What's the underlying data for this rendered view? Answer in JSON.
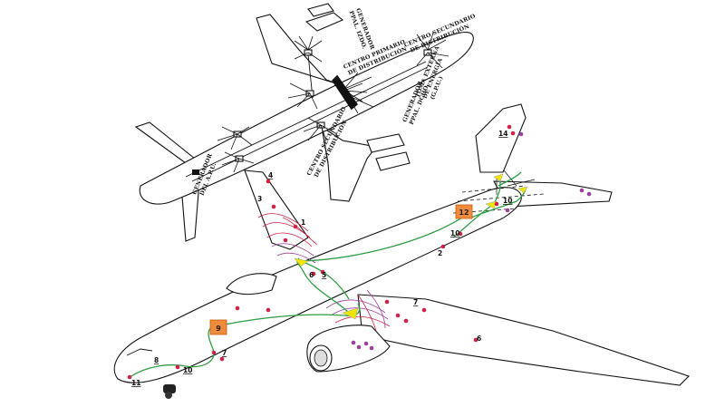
{
  "labels": {
    "gen_izdo": [
      "GENERADOR",
      "PPAL. IZDO."
    ],
    "centro_sec_top": [
      "CENTRO SECUNDARIO",
      "DE DISTRIBUCIÓN"
    ],
    "centro_primario": [
      "CENTRO PRIMARIO",
      "DE DISTRIBUCIÓN"
    ],
    "toma_externa": [
      "TOMA EXTERNA",
      "DE ENERGÍA",
      "(G.P.U.)"
    ],
    "gen_dcho": [
      "GENERADOR",
      "PPAL. DCHO."
    ],
    "centro_sec_bottom": [
      "CENTRO SECUNDARIO",
      "DE DISTRIBUCIÓN"
    ],
    "gen_apu": [
      "GENERADOR",
      "DEL A.P.U."
    ]
  },
  "boxes": [
    {
      "id": "box-12",
      "label": "12"
    },
    {
      "id": "box-9",
      "label": "9"
    }
  ],
  "numbers": {
    "n14": "14",
    "n4": "4",
    "n3": "3",
    "n1": "1",
    "n10_tail": "10",
    "n10_mid": "10",
    "n2_right": "2",
    "n6": "6",
    "n5": "5",
    "n7_wing": "7",
    "n6_wing": "6",
    "n7_front": "7",
    "n8": "8",
    "n10_front": "10",
    "n11": "11"
  },
  "colors": {
    "wire": "#2f9e44",
    "box": "#f08a3c",
    "marker": "#cc2244",
    "zone": "#9b3f9b",
    "connector": "#f2e600"
  }
}
